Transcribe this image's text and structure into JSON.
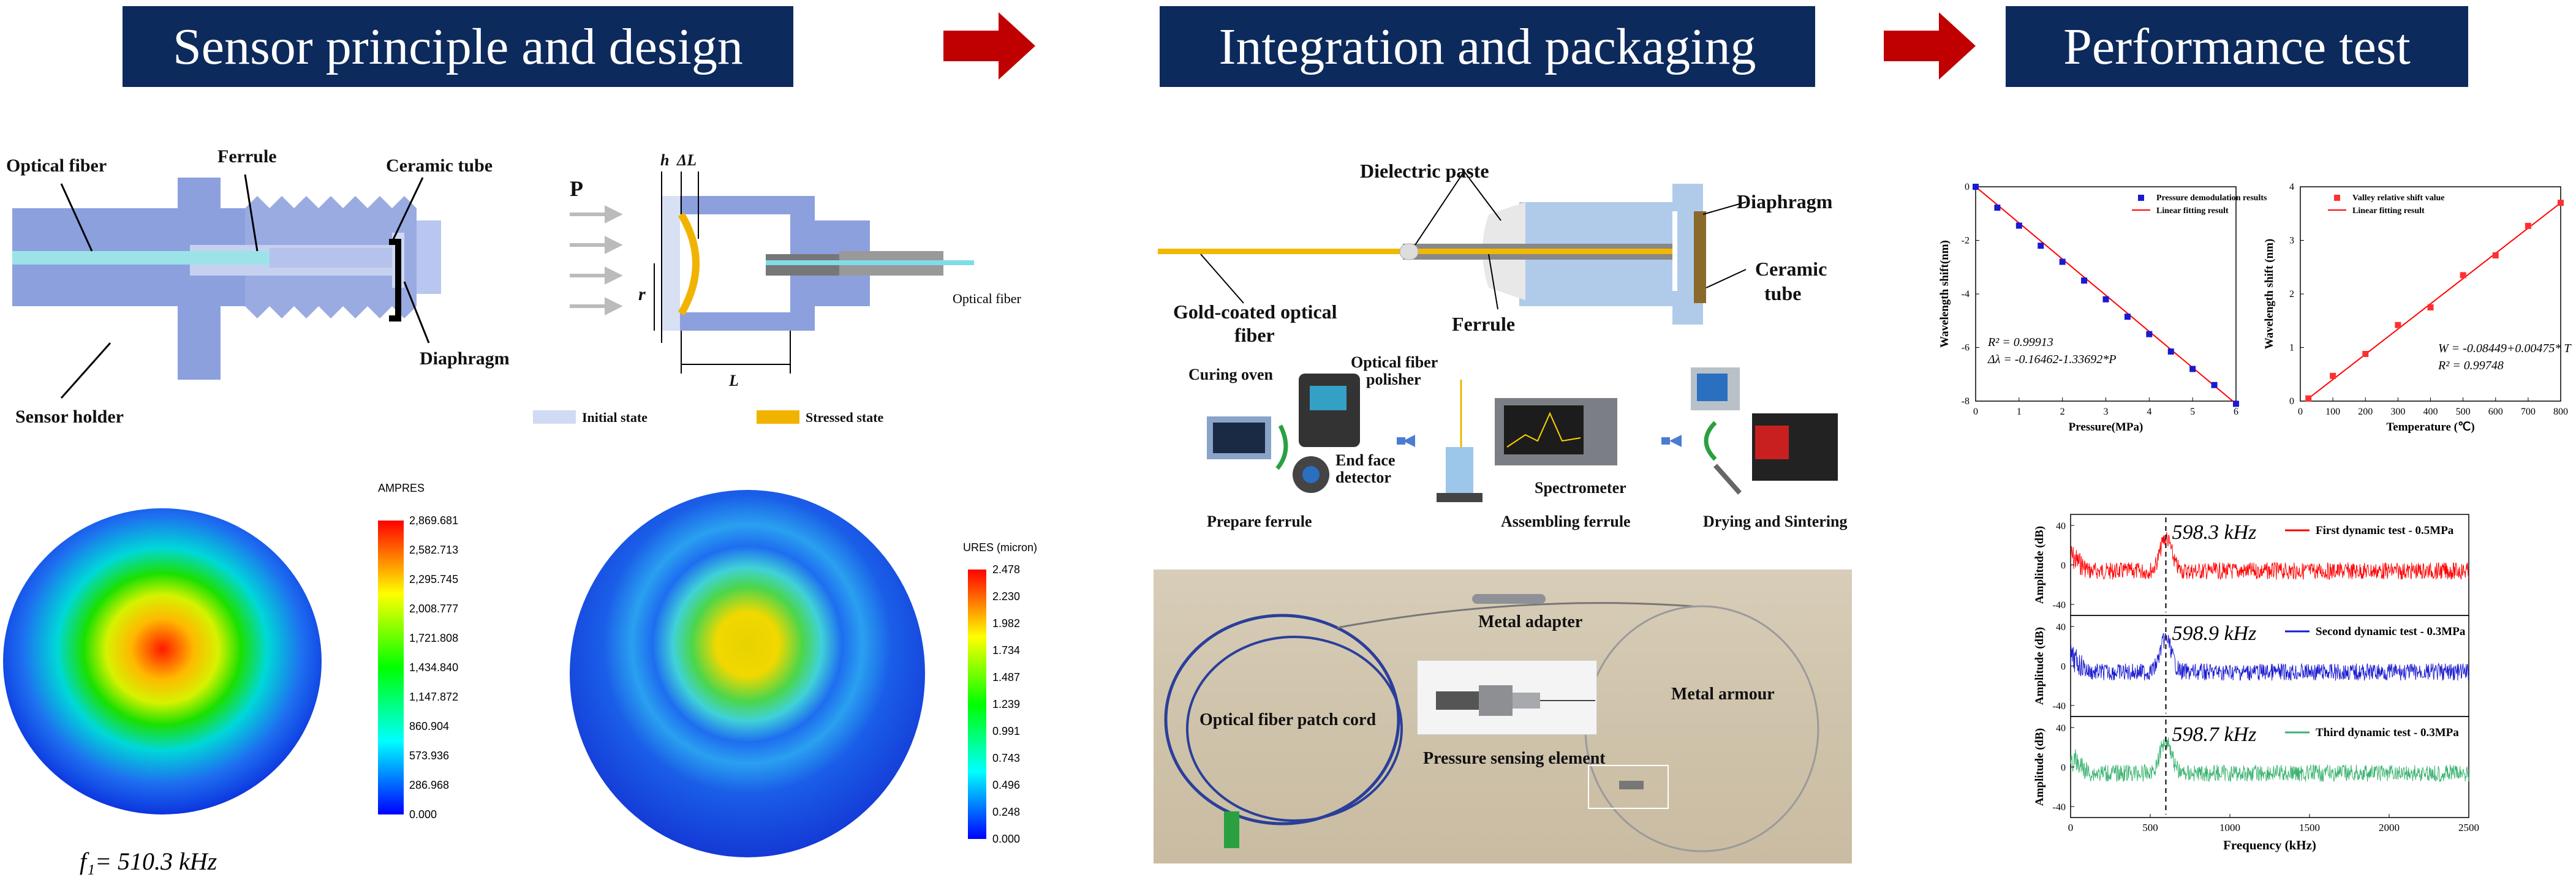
{
  "banners": [
    {
      "label": "Sensor principle and design"
    },
    {
      "label": "Integration and packaging"
    },
    {
      "label": "Performance test"
    }
  ],
  "sensor_design": {
    "labels": {
      "optical_fiber": "Optical fiber",
      "ferrule": "Ferrule",
      "ceramic_tube": "Ceramic tube",
      "diaphragm": "Diaphragm",
      "sensor_holder": "Sensor holder"
    },
    "schematic": {
      "p": "P",
      "h": "h",
      "dl": "ΔL",
      "r": "r",
      "l": "L",
      "optical_fiber": "Optical fiber",
      "legend_initial": "Initial state",
      "legend_stressed": "Stressed state"
    },
    "fea_left": {
      "title": "AMPRES",
      "ticks": [
        "2,869.681",
        "2,582.713",
        "2,295.745",
        "2,008.777",
        "1,721.808",
        "1,434.840",
        "1,147.872",
        "860.904",
        "573.936",
        "286.968",
        "0.000"
      ],
      "frequency": "f₁= 510.3 kHz"
    },
    "fea_right": {
      "title": "URES (micron)",
      "ticks": [
        "2.478",
        "2.230",
        "1.982",
        "1.734",
        "1.487",
        "1.239",
        "0.991",
        "0.743",
        "0.496",
        "0.248",
        "0.000"
      ]
    }
  },
  "integration": {
    "labels": {
      "dielectric_paste": "Dielectric paste",
      "diaphragm": "Diaphragm",
      "ceramic_tube_1": "Ceramic",
      "ceramic_tube_2": "tube",
      "gold_fiber_1": "Gold-coated optical",
      "gold_fiber_2": "fiber",
      "ferrule": "Ferrule"
    },
    "process": {
      "curing_oven": "Curing oven",
      "polisher_1": "Optical fiber",
      "polisher_2": "polisher",
      "detector_1": "End face",
      "detector_2": "detector",
      "spectrometer": "Spectrometer",
      "step1": "Prepare ferrule",
      "step2": "Assembling ferrule",
      "step3": "Drying and Sintering"
    },
    "photo": {
      "metal_adapter": "Metal adapter",
      "patch_cord": "Optical fiber patch cord",
      "metal_armour": "Metal armour",
      "sensing_element": "Pressure sensing element"
    }
  },
  "colors": {
    "banner": "#0d2a5c",
    "arrow": "#c00000",
    "red_series": "#ff0000",
    "blue_series": "#1a1ad0",
    "green_series": "#3cb371"
  },
  "chart_data": [
    {
      "type": "scatter",
      "xlabel": "Pressure(MPa)",
      "ylabel": "Wavelength shift(nm)",
      "xlim": [
        0,
        6
      ],
      "ylim": [
        -8,
        0
      ],
      "xticks": [
        "0",
        "1",
        "2",
        "3",
        "4",
        "5",
        "6"
      ],
      "yticks": [
        "0",
        "-2",
        "-4",
        "-6",
        "-8"
      ],
      "x": [
        0,
        0.5,
        1,
        1.5,
        2,
        2.5,
        3,
        3.5,
        4,
        4.5,
        5,
        5.5,
        6
      ],
      "y": [
        0,
        -0.78,
        -1.45,
        -2.2,
        -2.8,
        -3.5,
        -4.2,
        -4.85,
        -5.5,
        -6.15,
        -6.8,
        -7.4,
        -8.1
      ],
      "legend": [
        "Pressure demodulation results",
        "Linear fitting result"
      ],
      "equations": [
        "R² = 0.99913",
        "Δλ = -0.16462-1.33692*P"
      ]
    },
    {
      "type": "scatter",
      "xlabel": "Temperature (℃)",
      "ylabel": "Wavelength shift (nm)",
      "xlim": [
        0,
        800
      ],
      "ylim": [
        0,
        4
      ],
      "xticks": [
        "0",
        "100",
        "200",
        "300",
        "400",
        "500",
        "600",
        "700",
        "800"
      ],
      "yticks": [
        "0",
        "1",
        "2",
        "3",
        "4"
      ],
      "x": [
        25,
        100,
        200,
        300,
        400,
        500,
        600,
        700,
        800
      ],
      "y": [
        0.05,
        0.47,
        0.88,
        1.42,
        1.75,
        2.35,
        2.72,
        3.27,
        3.7
      ],
      "legend": [
        "Valley relative shift value",
        "Linear fitting result"
      ],
      "equations": [
        "W = -0.08449+0.00475* T",
        "R² = 0.99748"
      ]
    },
    {
      "type": "line",
      "xlabel": "Frequency (kHz)",
      "ylabel": "Amplitude (dB)",
      "xlim": [
        0,
        2500
      ],
      "xticks": [
        "0",
        "500",
        "1000",
        "1500",
        "2000",
        "2500"
      ],
      "yticks": [
        "40",
        "0",
        "-40"
      ],
      "series": [
        {
          "name": "First dynamic test - 0.5MPa",
          "peak": "598.3 kHz"
        },
        {
          "name": "Second dynamic test - 0.3MPa",
          "peak": "598.9 kHz"
        },
        {
          "name": "Third dynamic test - 0.3MPa",
          "peak": "598.7 kHz"
        }
      ]
    }
  ]
}
